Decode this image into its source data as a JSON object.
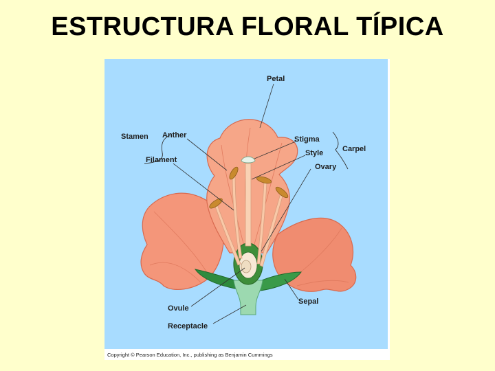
{
  "slide": {
    "title": "ESTRUCTURA FLORAL TÍPICA"
  },
  "diagram": {
    "labels": {
      "petal": "Petal",
      "stamen": "Stamen",
      "anther": "Anther",
      "filament": "Filament",
      "stigma": "Stigma",
      "style": "Style",
      "ovary": "Ovary",
      "carpel": "Carpel",
      "ovule": "Ovule",
      "receptacle": "Receptacle",
      "sepal": "Sepal"
    },
    "copyright": "Copyright © Pearson Education, Inc., publishing as Benjamin Cummings"
  },
  "colors": {
    "slide_background": "#FFFFCC",
    "diagram_background": "#A8DCFF",
    "petal_fill": "#F4967A",
    "petal_dark": "#E0735A",
    "stamen_fill": "#F9C9A8",
    "anther_fill": "#C98A2E",
    "ovary_green": "#3E8E3A",
    "stem_green": "#9CD9B0",
    "sepal_green": "#2E8B3E"
  }
}
